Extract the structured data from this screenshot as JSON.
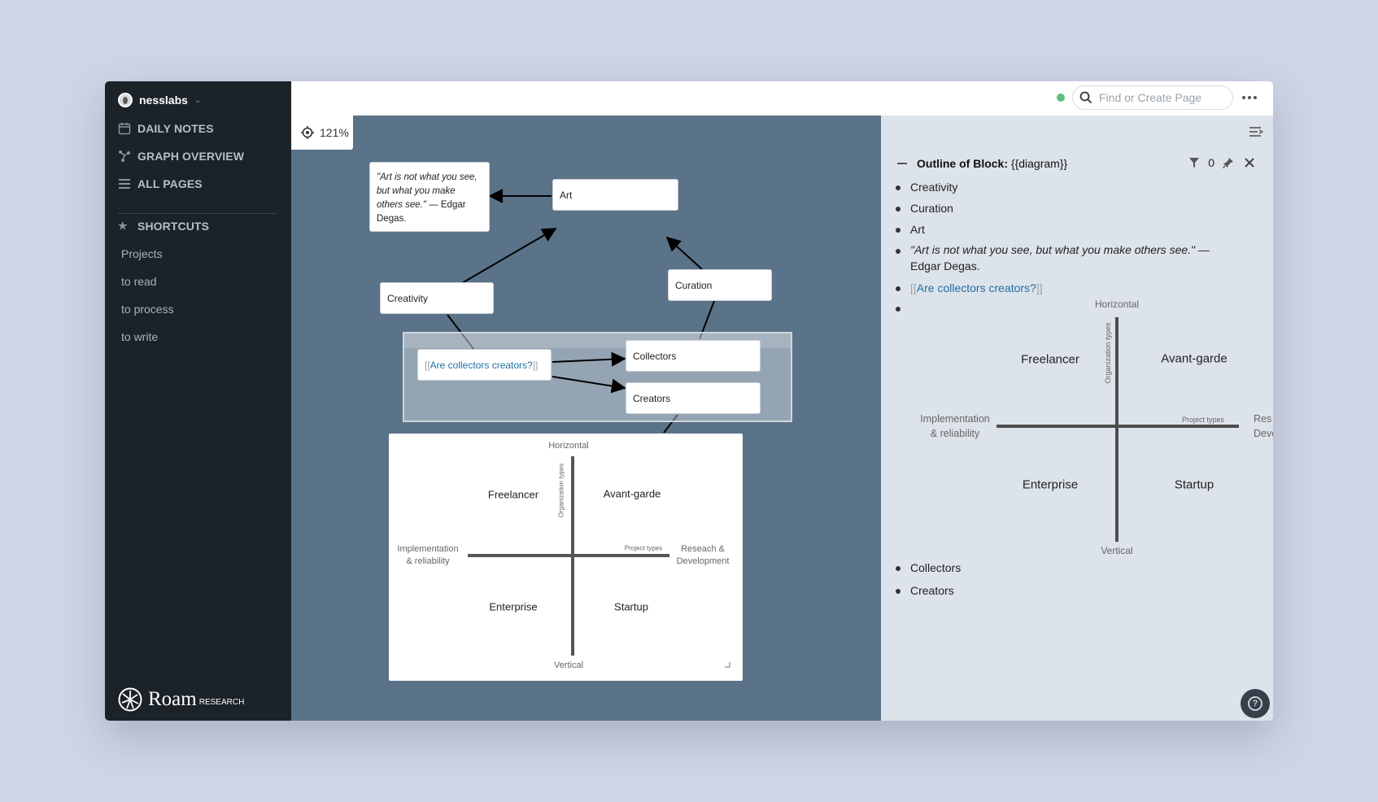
{
  "sidebar": {
    "graph_name": "nesslabs",
    "nav": [
      "DAILY NOTES",
      "GRAPH OVERVIEW",
      "ALL PAGES"
    ],
    "shortcuts_label": "SHORTCUTS",
    "shortcuts": [
      "Projects",
      "to read",
      "to process",
      "to write"
    ],
    "logo_word": "Roam",
    "logo_sub": "RESEARCH"
  },
  "topbar": {
    "search_placeholder": "Find or Create Page",
    "status_color": "#5bbf79"
  },
  "canvas": {
    "zoom": "121%",
    "nodes": {
      "art": "Art",
      "quote_italic": "\"Art is not what you see, but what you make others see.\"",
      "quote_plain": " — Edgar Degas.",
      "creativity": "Creativity",
      "curation": "Curation",
      "question_open": "[[",
      "question_link": "Are collectors creators?",
      "question_close": "]]",
      "collectors": "Collectors",
      "creators": "Creators"
    }
  },
  "diagram": {
    "top": "Horizontal",
    "bottom": "Vertical",
    "left_line1": "Implementation",
    "left_line2": "& reliability",
    "right_line1": "Reseach &",
    "right_line2": "Development",
    "right_clipped1": "Res",
    "right_clipped2": "Deve",
    "h_axis": "Project types",
    "v_axis": "Organization types",
    "q_tl": "Freelancer",
    "q_tr": "Avant-garde",
    "q_bl": "Enterprise",
    "q_br": "Startup"
  },
  "right_panel": {
    "title_bold": "Outline of Block:",
    "title_rest": " {{diagram}}",
    "filter_count": "0",
    "items": {
      "creativity": "Creativity",
      "curation": "Curation",
      "art": "Art",
      "quote_italic": "\"Art is not what you see, but what you make others see.\"",
      "quote_plain": " — Edgar Degas.",
      "link_open": "[[",
      "link_text": "Are collectors creators?",
      "link_close": "]]",
      "collectors": "Collectors",
      "creators": "Creators"
    }
  },
  "help_label": "?"
}
